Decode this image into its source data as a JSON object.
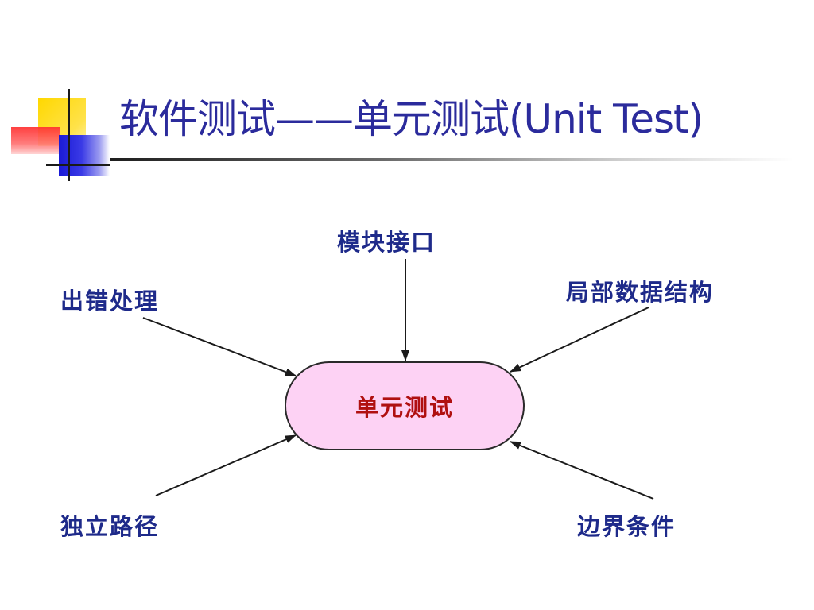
{
  "slide": {
    "title": "软件测试——单元测试(Unit Test)"
  },
  "diagram": {
    "center": "单元测试",
    "inputs": [
      {
        "id": "module-interface",
        "label": "模块接口"
      },
      {
        "id": "error-handling",
        "label": "出错处理"
      },
      {
        "id": "local-data-structure",
        "label": "局部数据结构"
      },
      {
        "id": "independent-path",
        "label": "独立路径"
      },
      {
        "id": "boundary-condition",
        "label": "边界条件"
      }
    ]
  },
  "colors": {
    "title": "#2b2b9c",
    "node_text": "#1e2a8a",
    "center_fill": "#fdd2f4",
    "center_text": "#b01010",
    "arrow": "#1a1a1a"
  }
}
